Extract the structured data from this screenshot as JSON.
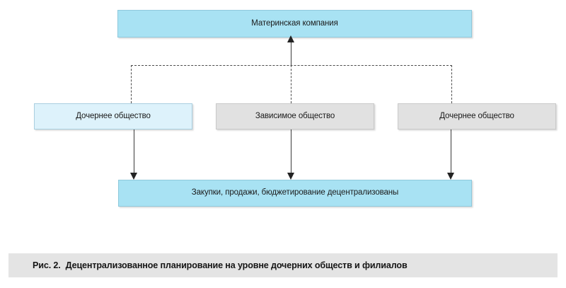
{
  "figure": {
    "type": "org-hierarchy-diagram",
    "caption_number": "Рис. 2.",
    "caption_text": "Децентрализованное планирование на уровне дочерних обществ и филиалов"
  },
  "nodes": {
    "parent": {
      "label": "Материнская компания",
      "style": "blue-strong",
      "fill": "#a8e2f3",
      "border": "#8fc9dc"
    },
    "level2": [
      {
        "label": "Дочернее общество",
        "style": "blue-light",
        "fill": "#ddf2fb",
        "border": "#a9cfe0"
      },
      {
        "label": "Зависимое общество",
        "style": "gray",
        "fill": "#e1e1e1",
        "border": "#c9c9c9"
      },
      {
        "label": "Дочернее общество",
        "style": "gray",
        "fill": "#e1e1e1",
        "border": "#c9c9c9"
      }
    ],
    "bottom": {
      "label": "Закупки, продажи, бюджетирование децентрализованы",
      "style": "blue-strong",
      "fill": "#a8e2f3",
      "border": "#8fc9dc"
    }
  },
  "connectors": {
    "bus_style": "dashed",
    "bus_color": "#4a4a4a",
    "to_parent_style": "solid-arrow-up",
    "to_bottom_style": "solid-arrow-down",
    "arrow_color": "#232323"
  },
  "canvas": {
    "background": "#ffffff",
    "caption_band_fill": "#e4e4e4"
  }
}
